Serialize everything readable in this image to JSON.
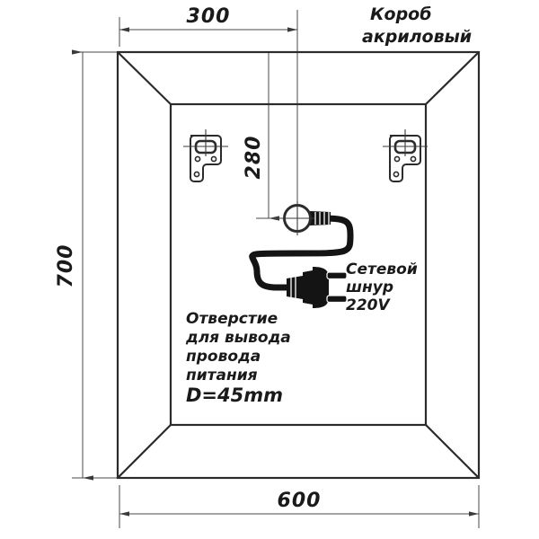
{
  "drawing": {
    "title_lines": [
      "Короб",
      "акриловый"
    ],
    "dimensions": {
      "top_offset": "300",
      "vertical_offset": "280",
      "height": "700",
      "width": "600"
    },
    "labels": {
      "cord_lines": [
        "Сетевой",
        "шнур",
        "220V"
      ],
      "hole_note_lines": [
        "Отверстие",
        "для  вывода",
        "провода",
        "питания"
      ],
      "hole_diameter": "D=45mm"
    },
    "colors": {
      "line": "#2b2b2b",
      "thin_line": "#4a4a4a",
      "cable": "#141414",
      "background": "#ffffff"
    },
    "icons": {
      "hole": "circle-hole-icon",
      "plug": "power-plug-icon",
      "bracket": "keyhole-bracket-icon"
    }
  }
}
